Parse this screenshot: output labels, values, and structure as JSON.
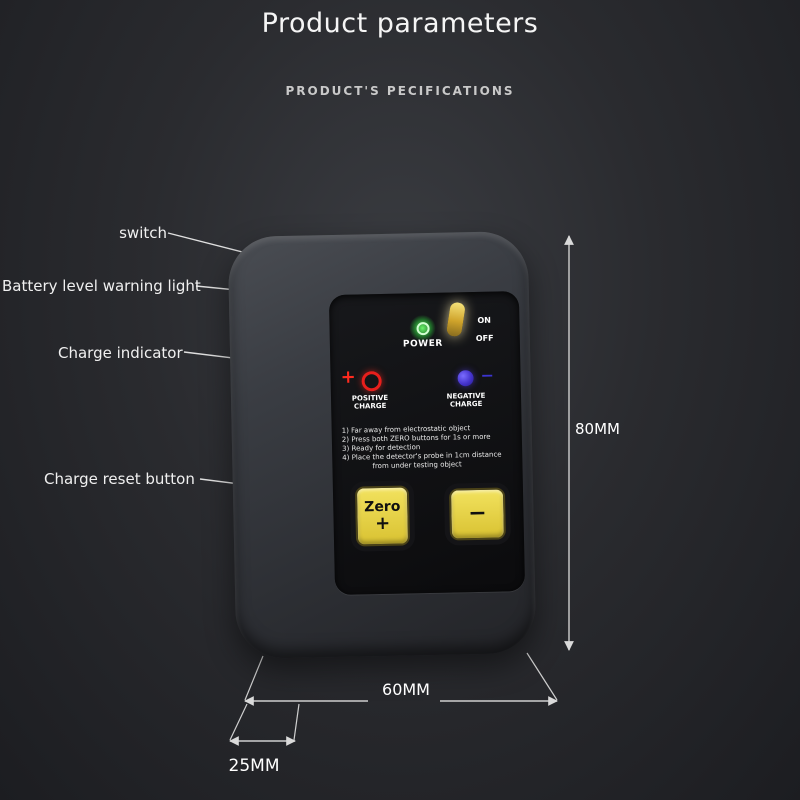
{
  "page": {
    "title": "Product parameters",
    "subtitle": "PRODUCT'S PECIFICATIONS"
  },
  "callouts": {
    "switch_label": "switch",
    "battery_label": "Battery level warning light",
    "charge_indicator_label": "Charge indicator",
    "charge_reset_label": "Charge reset button"
  },
  "device": {
    "power_label": "POWER",
    "on_label": "ON",
    "off_label": "OFF",
    "positive_plus": "+",
    "positive_line1": "POSITIVE",
    "positive_line2": "CHARGE",
    "negative_minus": "−",
    "negative_line1": "NEGATIVE",
    "negative_line2": "CHARGE",
    "instructions": [
      "1) Far away from electrostatic object",
      "2) Press both ZERO buttons for 1s or more",
      "3) Ready for detection",
      "4) Place the detector's probe in 1cm distance",
      "from under testing object"
    ],
    "zero_button_line1": "Zero",
    "zero_button_line2": "+",
    "minus_button": "−"
  },
  "dimensions": {
    "height": "80MM",
    "width": "60MM",
    "depth": "25MM"
  },
  "colors": {
    "background": "#2a2b2f",
    "power_green": "#3ad13a",
    "switch_gold": "#d8b437",
    "positive_red": "#e81f1c",
    "negative_blue": "#4433cc",
    "button_yellow": "#e6d23e",
    "label_white": "#f2f2f2"
  }
}
